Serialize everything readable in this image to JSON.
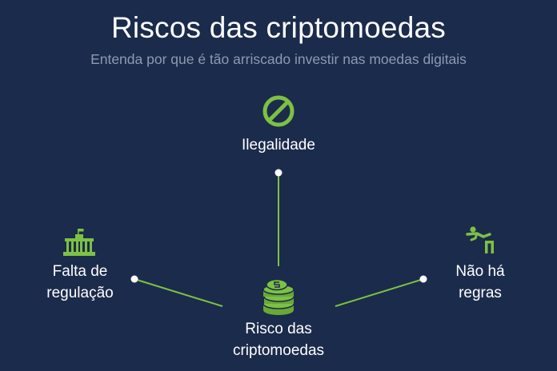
{
  "header": {
    "title": "Riscos das criptomoedas",
    "subtitle": "Entenda por que é tão arriscado investir nas moedas digitais"
  },
  "diagram": {
    "center": {
      "line1": "Risco das",
      "line2": "criptomoedas",
      "icon": "coin-stack-icon"
    },
    "nodes": {
      "top": {
        "line1": "Ilegalidade",
        "icon": "prohibited-icon"
      },
      "left": {
        "line1": "Falta de",
        "line2": "regulação",
        "icon": "government-building-icon"
      },
      "right": {
        "line1": "Não há",
        "line2": "regras",
        "icon": "person-jumping-icon"
      }
    }
  },
  "colors": {
    "background": "#1b2b4b",
    "accent": "#7dc143",
    "text": "#ffffff",
    "subtitle": "#8e9ab0"
  }
}
